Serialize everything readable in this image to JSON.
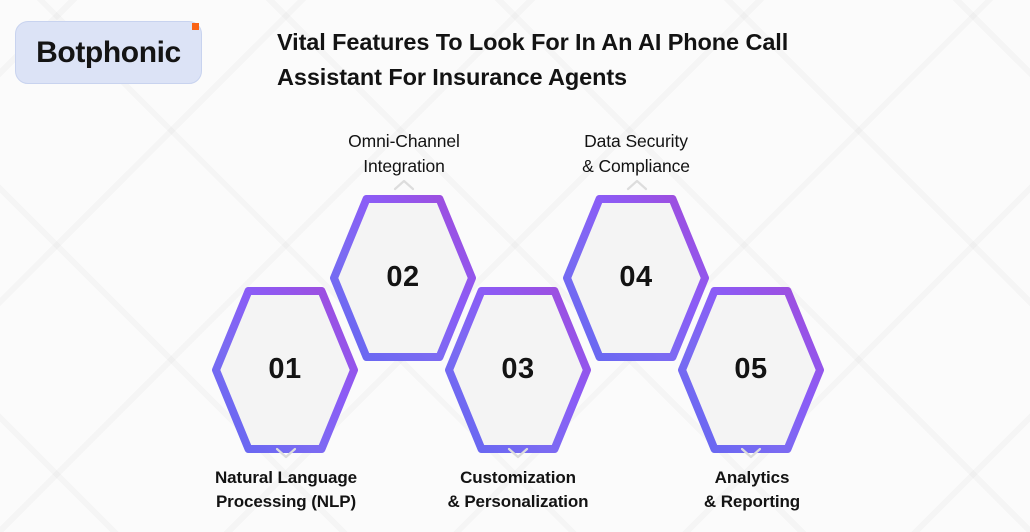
{
  "header": {
    "logo_text": "Botphonic",
    "logo_dot_color": "#f96316",
    "logo_bg_color": "#dce3f6",
    "title": "Vital Features To Look For In An AI Phone Call Assistant For Insurance Agents"
  },
  "theme": {
    "background": "#fbfbfb",
    "hex_fill": "#f4f4f4",
    "gradient_blue": "#6366f1",
    "gradient_violet": "#8b5cf6",
    "gradient_magenta": "#a34ad8",
    "text_color": "#131313",
    "chevron_color": "#dddddd"
  },
  "features": [
    {
      "number": "01",
      "label_line1": "Natural Language",
      "label_line2": "Processing (NLP)",
      "position": "bottom",
      "chevron": "chevron-down"
    },
    {
      "number": "02",
      "label_line1": "Omni-Channel",
      "label_line2": "Integration",
      "position": "top",
      "chevron": "chevron-up"
    },
    {
      "number": "03",
      "label_line1": "Customization",
      "label_line2": "& Personalization",
      "position": "bottom",
      "chevron": "chevron-down"
    },
    {
      "number": "04",
      "label_line1": "Data Security",
      "label_line2": "& Compliance",
      "position": "top",
      "chevron": "chevron-up"
    },
    {
      "number": "05",
      "label_line1": "Analytics",
      "label_line2": "& Reporting",
      "position": "bottom",
      "chevron": "chevron-down"
    }
  ]
}
